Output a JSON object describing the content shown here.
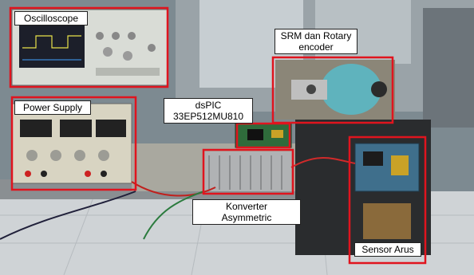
{
  "labels": {
    "oscilloscope": "Oscilloscope",
    "power_supply": "Power Supply",
    "dspic_line1": "dsPIC",
    "dspic_line2": "33EP512MU810",
    "srm_line1": "SRM dan Rotary",
    "srm_line2": "encoder",
    "konverter_line1": "Konverter",
    "konverter_line2": "Asymmetric",
    "sensor_arus": "Sensor Arus"
  },
  "colors": {
    "annotation_box": "#e0141e",
    "label_background": "#ffffff",
    "label_text": "#000000",
    "motor_body": "#5fb3bd",
    "board_green": "#2f6b3b",
    "floor": "#cfd3d6",
    "bench_mat": "#2a2c2e"
  },
  "icons": [
    "oscilloscope-icon",
    "power-supply-icon",
    "motor-icon",
    "circuit-board-icon",
    "heatsink-icon",
    "sensor-board-icon"
  ]
}
